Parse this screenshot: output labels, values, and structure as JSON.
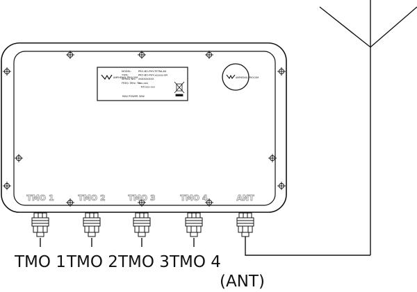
{
  "nameplate": {
    "brand": "AMPHENOL PROCOM",
    "rows": [
      {
        "label": "MODEL:",
        "value": "PRO-BO-PHY-TETRA-84"
      },
      {
        "label": "TYPE:",
        "value": "PRO-BO-PHY-xxxxxx-84"
      },
      {
        "label": "SERIAL NO.:",
        "value": "XXXXXXXXX"
      },
      {
        "label": "FREQ. MHz: TX:",
        "value": "xxx-xxx"
      },
      {
        "label": "RX:",
        "value": "xxx-xxx"
      }
    ],
    "max_power": "MAX POWER 30W"
  },
  "badge": {
    "brand": "AMPHENOL PROCOM"
  },
  "ports": [
    {
      "panel_label": "TMO 1",
      "callout": "TMO 1"
    },
    {
      "panel_label": "TMO 2",
      "callout": "TMO 2"
    },
    {
      "panel_label": "TMO 3",
      "callout": "TMO 3"
    },
    {
      "panel_label": "TMO 4",
      "callout": "TMO 4"
    },
    {
      "panel_label": "ANT",
      "callout": "(ANT)"
    }
  ],
  "colors": {
    "line": "#111111",
    "panel_text": "#9a9a9a"
  }
}
